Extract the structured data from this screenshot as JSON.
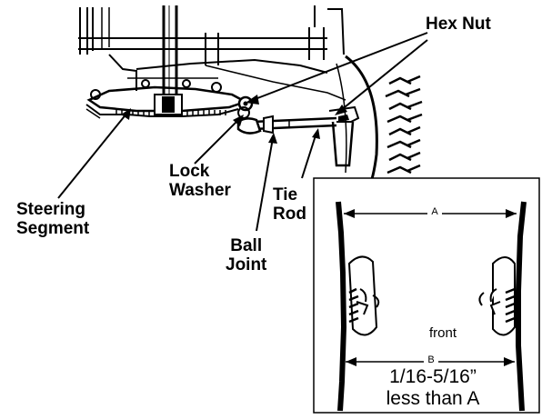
{
  "labels": {
    "hex_nut": "Hex Nut",
    "lock_washer_line1": "Lock",
    "lock_washer_line2": "Washer",
    "steering_segment_line1": "Steering",
    "steering_segment_line2": "Segment",
    "tie_rod_line1": "Tie",
    "tie_rod_line2": "Rod",
    "ball_joint_line1": "Ball",
    "ball_joint_line2": "Joint"
  },
  "inset": {
    "dim_a": "A",
    "dim_b": "B",
    "front": "front",
    "note_line1": "1/16-5/16”",
    "note_line2": "less than A"
  }
}
